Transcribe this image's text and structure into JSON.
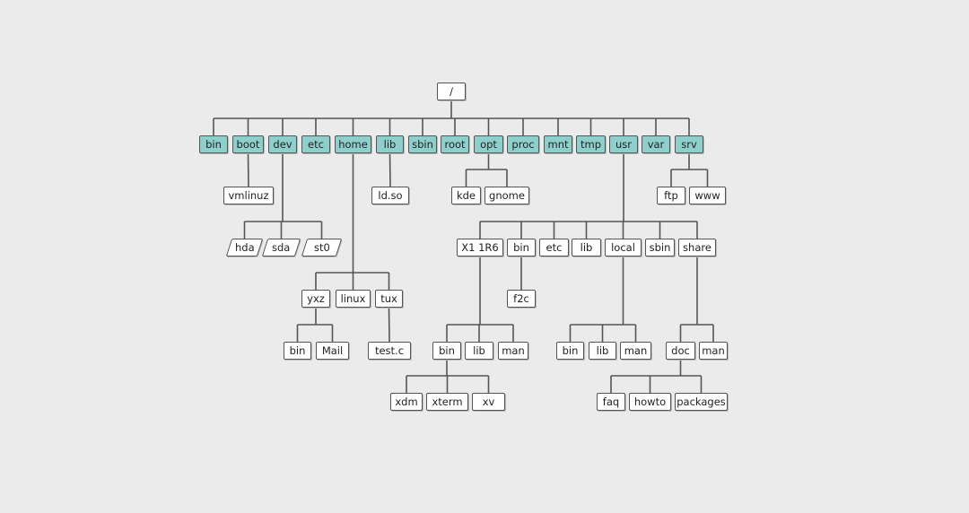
{
  "diagram": {
    "colors": {
      "highlight": "#8fcfcb",
      "node": "#ffffff",
      "line": "#555555",
      "background": "#ebebeb"
    },
    "nodes": [
      {
        "id": "root_dir",
        "label": "/",
        "parent": null
      },
      {
        "id": "bin",
        "label": "bin",
        "parent": "root_dir",
        "hl": true
      },
      {
        "id": "boot",
        "label": "boot",
        "parent": "root_dir",
        "hl": true
      },
      {
        "id": "dev",
        "label": "dev",
        "parent": "root_dir",
        "hl": true
      },
      {
        "id": "etc",
        "label": "etc",
        "parent": "root_dir",
        "hl": true
      },
      {
        "id": "home",
        "label": "home",
        "parent": "root_dir",
        "hl": true
      },
      {
        "id": "lib",
        "label": "lib",
        "parent": "root_dir",
        "hl": true
      },
      {
        "id": "sbin",
        "label": "sbin",
        "parent": "root_dir",
        "hl": true
      },
      {
        "id": "root",
        "label": "root",
        "parent": "root_dir",
        "hl": true
      },
      {
        "id": "opt",
        "label": "opt",
        "parent": "root_dir",
        "hl": true
      },
      {
        "id": "proc",
        "label": "proc",
        "parent": "root_dir",
        "hl": true
      },
      {
        "id": "mnt",
        "label": "mnt",
        "parent": "root_dir",
        "hl": true
      },
      {
        "id": "tmp",
        "label": "tmp",
        "parent": "root_dir",
        "hl": true
      },
      {
        "id": "usr",
        "label": "usr",
        "parent": "root_dir",
        "hl": true
      },
      {
        "id": "var",
        "label": "var",
        "parent": "root_dir",
        "hl": true
      },
      {
        "id": "srv",
        "label": "srv",
        "parent": "root_dir",
        "hl": true
      },
      {
        "id": "vmlinuz",
        "label": "vmlinuz",
        "parent": "boot"
      },
      {
        "id": "ldso",
        "label": "ld.so",
        "parent": "lib"
      },
      {
        "id": "kde",
        "label": "kde",
        "parent": "opt"
      },
      {
        "id": "gnome",
        "label": "gnome",
        "parent": "opt"
      },
      {
        "id": "ftp",
        "label": "ftp",
        "parent": "srv"
      },
      {
        "id": "www",
        "label": "www",
        "parent": "srv"
      },
      {
        "id": "hda",
        "label": "hda",
        "parent": "dev",
        "device": true
      },
      {
        "id": "sda",
        "label": "sda",
        "parent": "dev",
        "device": true
      },
      {
        "id": "st0",
        "label": "st0",
        "parent": "dev",
        "device": true
      },
      {
        "id": "yxz",
        "label": "yxz",
        "parent": "home"
      },
      {
        "id": "linux",
        "label": "linux",
        "parent": "home"
      },
      {
        "id": "tux",
        "label": "tux",
        "parent": "home"
      },
      {
        "id": "yxz_bin",
        "label": "bin",
        "parent": "yxz"
      },
      {
        "id": "mail",
        "label": "Mail",
        "parent": "yxz"
      },
      {
        "id": "testc",
        "label": "test.c",
        "parent": "tux"
      },
      {
        "id": "x11r6",
        "label": "X1 1R6",
        "parent": "usr"
      },
      {
        "id": "usr_bin",
        "label": "bin",
        "parent": "usr"
      },
      {
        "id": "usr_etc",
        "label": "etc",
        "parent": "usr"
      },
      {
        "id": "usr_lib",
        "label": "lib",
        "parent": "usr"
      },
      {
        "id": "local",
        "label": "local",
        "parent": "usr"
      },
      {
        "id": "usr_sbin",
        "label": "sbin",
        "parent": "usr"
      },
      {
        "id": "share",
        "label": "share",
        "parent": "usr"
      },
      {
        "id": "f2c",
        "label": "f2c",
        "parent": "usr_bin"
      },
      {
        "id": "x_bin",
        "label": "bin",
        "parent": "x11r6"
      },
      {
        "id": "x_lib",
        "label": "lib",
        "parent": "x11r6"
      },
      {
        "id": "x_man",
        "label": "man",
        "parent": "x11r6"
      },
      {
        "id": "l_bin",
        "label": "bin",
        "parent": "local"
      },
      {
        "id": "l_lib",
        "label": "lib",
        "parent": "local"
      },
      {
        "id": "l_man",
        "label": "man",
        "parent": "local"
      },
      {
        "id": "doc",
        "label": "doc",
        "parent": "share"
      },
      {
        "id": "s_man",
        "label": "man",
        "parent": "share"
      },
      {
        "id": "xdm",
        "label": "xdm",
        "parent": "x_bin"
      },
      {
        "id": "xterm",
        "label": "xterm",
        "parent": "x_bin"
      },
      {
        "id": "xv",
        "label": "xv",
        "parent": "x_bin"
      },
      {
        "id": "faq",
        "label": "faq",
        "parent": "doc"
      },
      {
        "id": "howto",
        "label": "howto",
        "parent": "doc"
      },
      {
        "id": "packages",
        "label": "packages",
        "parent": "doc"
      }
    ]
  }
}
